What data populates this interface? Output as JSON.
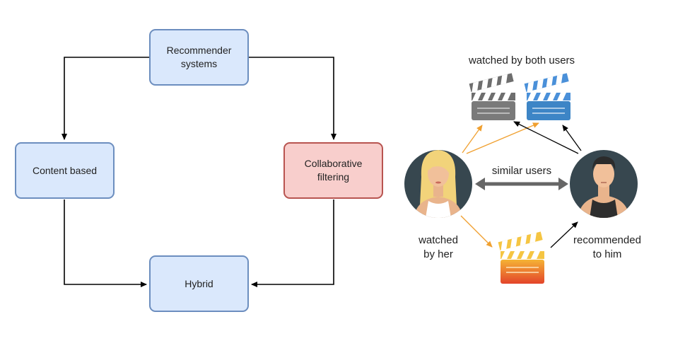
{
  "flowchart": {
    "recommender": "Recommender\nsystems",
    "content_based": "Content based",
    "collaborative": "Collaborative\nfiltering",
    "hybrid": "Hybrid"
  },
  "illustration": {
    "watched_both": "watched by both users",
    "similar_users": "similar users",
    "watched_by_her": "watched\nby her",
    "recommended_to_him": "recommended\nto him"
  },
  "colors": {
    "box_blue_fill": "#dae8fc",
    "box_blue_border": "#6c8ebf",
    "box_red_fill": "#f8cecc",
    "box_red_border": "#b85450",
    "avatar_bg": "#37474f",
    "arrow_orange": "#f0a030",
    "arrow_gray": "#666666"
  }
}
